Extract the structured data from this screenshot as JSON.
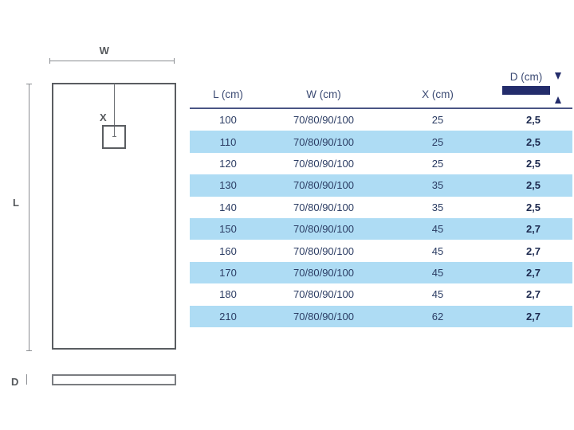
{
  "diagram": {
    "width_label": "W",
    "length_label": "L",
    "offset_label": "X",
    "depth_label": "D"
  },
  "table": {
    "headers": [
      "L (cm)",
      "W (cm)",
      "X (cm)",
      "D (cm)"
    ],
    "depth_header": "D (cm)",
    "rows": [
      {
        "l": "100",
        "w": "70/80/90/100",
        "x": "25",
        "d": "2,5"
      },
      {
        "l": "110",
        "w": "70/80/90/100",
        "x": "25",
        "d": "2,5"
      },
      {
        "l": "120",
        "w": "70/80/90/100",
        "x": "25",
        "d": "2,5"
      },
      {
        "l": "130",
        "w": "70/80/90/100",
        "x": "35",
        "d": "2,5"
      },
      {
        "l": "140",
        "w": "70/80/90/100",
        "x": "35",
        "d": "2,5"
      },
      {
        "l": "150",
        "w": "70/80/90/100",
        "x": "45",
        "d": "2,7"
      },
      {
        "l": "160",
        "w": "70/80/90/100",
        "x": "45",
        "d": "2,7"
      },
      {
        "l": "170",
        "w": "70/80/90/100",
        "x": "45",
        "d": "2,7"
      },
      {
        "l": "180",
        "w": "70/80/90/100",
        "x": "45",
        "d": "2,7"
      },
      {
        "l": "210",
        "w": "70/80/90/100",
        "x": "62",
        "d": "2,7"
      }
    ]
  },
  "colors": {
    "row_stripe": "#aedcf4",
    "header_text": "#3b4a73",
    "header_rule": "#4a5584",
    "depth_bar": "#232c6b",
    "line": "#5a5d61"
  }
}
